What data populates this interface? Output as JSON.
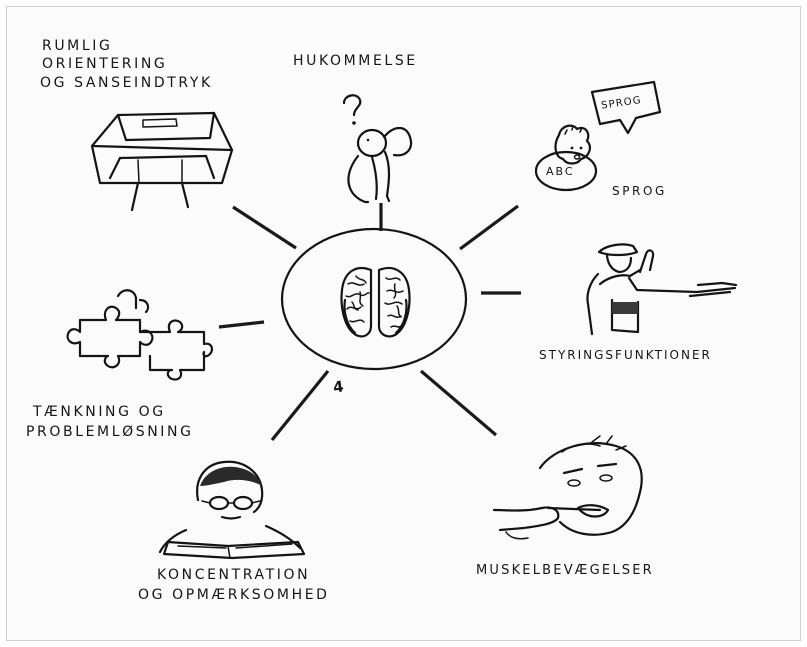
{
  "diagram": {
    "center_symbol": "4",
    "labels": {
      "spatial": [
        "RUMLIG",
        "ORIENTERING",
        "OG SANSEINDTRYK"
      ],
      "memory": "HUKOMMELSE",
      "language": "SPROG",
      "language_bubble": "SPROG",
      "language_ball": "ABC",
      "executive": "STYRINGSFUNKTIONER",
      "motor": "MUSKELBEVÆGELSER",
      "concentration": [
        "KONCENTRATION",
        "OG OPMÆRKSOMHED"
      ],
      "thinking": [
        "TÆNKNING OG",
        "PROBLEMLØSNING"
      ],
      "memory_question_mark": "?"
    }
  }
}
